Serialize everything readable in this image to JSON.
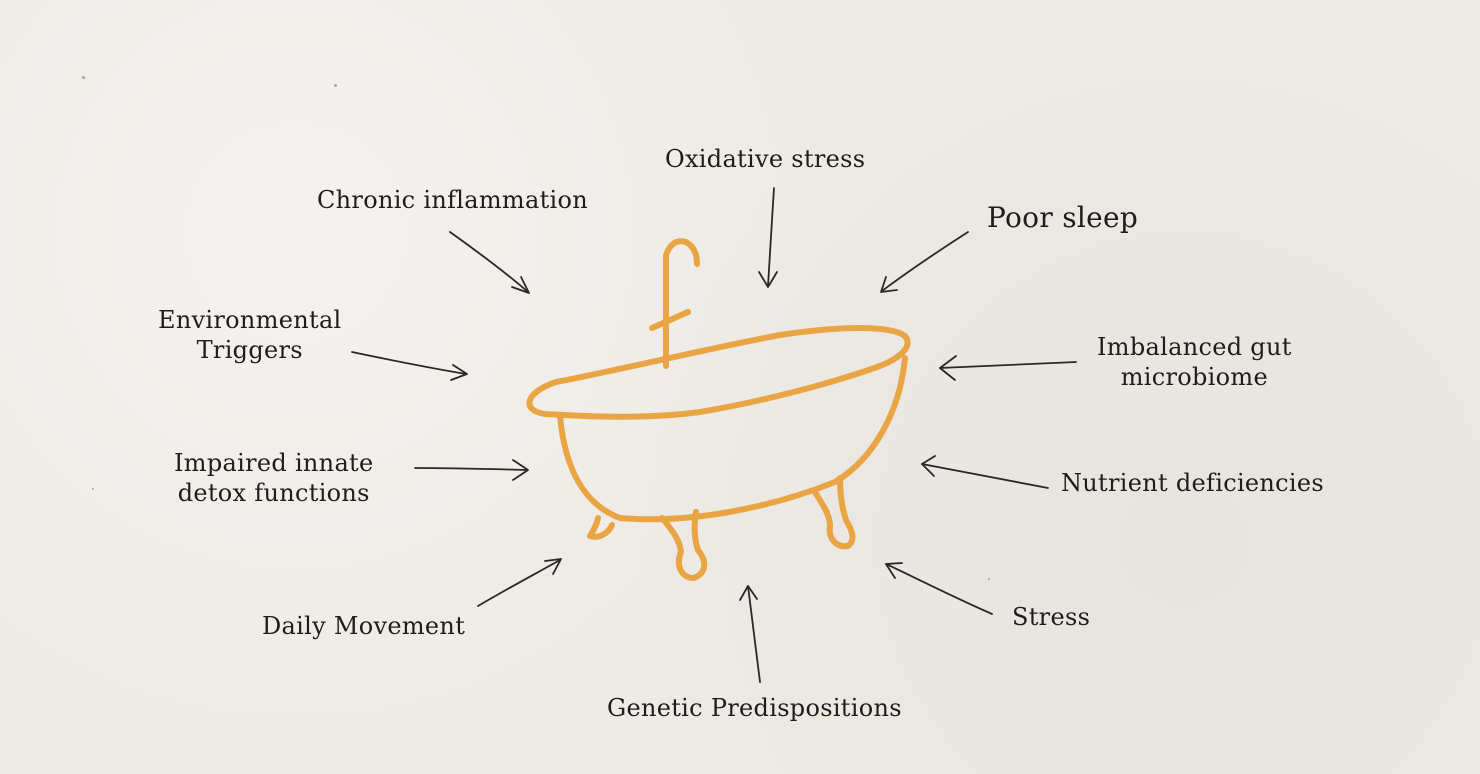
{
  "colors": {
    "background": "#eeebe6",
    "tub": "#e9a444",
    "text": "#1f1c1a",
    "arrow": "#2a2725"
  },
  "center": {
    "icon": "bathtub-icon"
  },
  "factors": {
    "oxidative_stress": "Oxidative stress",
    "chronic_inflammation": "Chronic inflammation",
    "poor_sleep": "Poor sleep",
    "environmental_triggers": [
      "Environmental",
      "Triggers"
    ],
    "imbalanced_gut": [
      "Imbalanced gut",
      "microbiome"
    ],
    "impaired_detox": [
      "Impaired innate",
      "detox functions"
    ],
    "nutrient_deficiencies": "Nutrient deficiencies",
    "daily_movement": "Daily Movement",
    "stress": "Stress",
    "genetic_predispositions": "Genetic Predispositions"
  }
}
